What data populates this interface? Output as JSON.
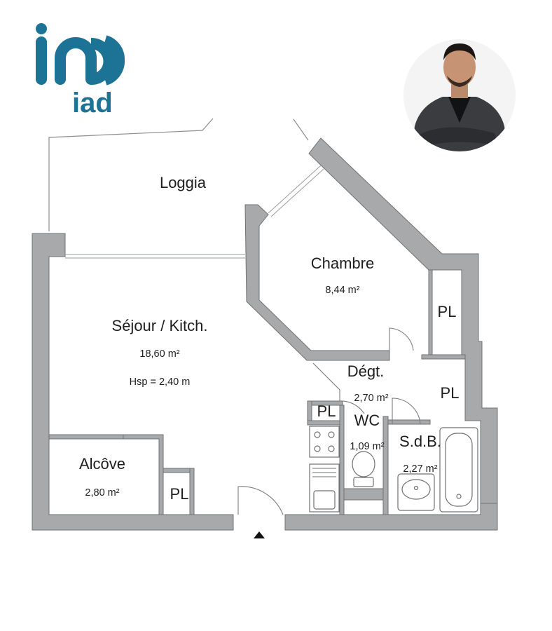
{
  "brand": {
    "name": "iad",
    "color": "#1d7396"
  },
  "rooms": {
    "loggia": {
      "name": "Loggia"
    },
    "chambre": {
      "name": "Chambre",
      "area": "8,44 m²"
    },
    "sejour": {
      "name": "Séjour / Kitch.",
      "area": "18,60 m²",
      "height": "Hsp = 2,40 m"
    },
    "alcove": {
      "name": "Alcôve",
      "area": "2,80 m²"
    },
    "degt": {
      "name": "Dégt.",
      "area": "2,70 m²"
    },
    "wc": {
      "name": "WC",
      "area": "1,09 m²"
    },
    "sdb": {
      "name": "S.d.B.",
      "area": "2,27 m²"
    }
  },
  "closets": {
    "pl_1": "PL",
    "pl_2": "PL",
    "pl_3": "PL",
    "pl_4": "PL"
  },
  "icons": [
    "iad-logo",
    "agent-avatar",
    "entrance-arrow-icon"
  ],
  "colors": {
    "walls": "#a7a9ab",
    "wall_outline": "#6f7173"
  }
}
